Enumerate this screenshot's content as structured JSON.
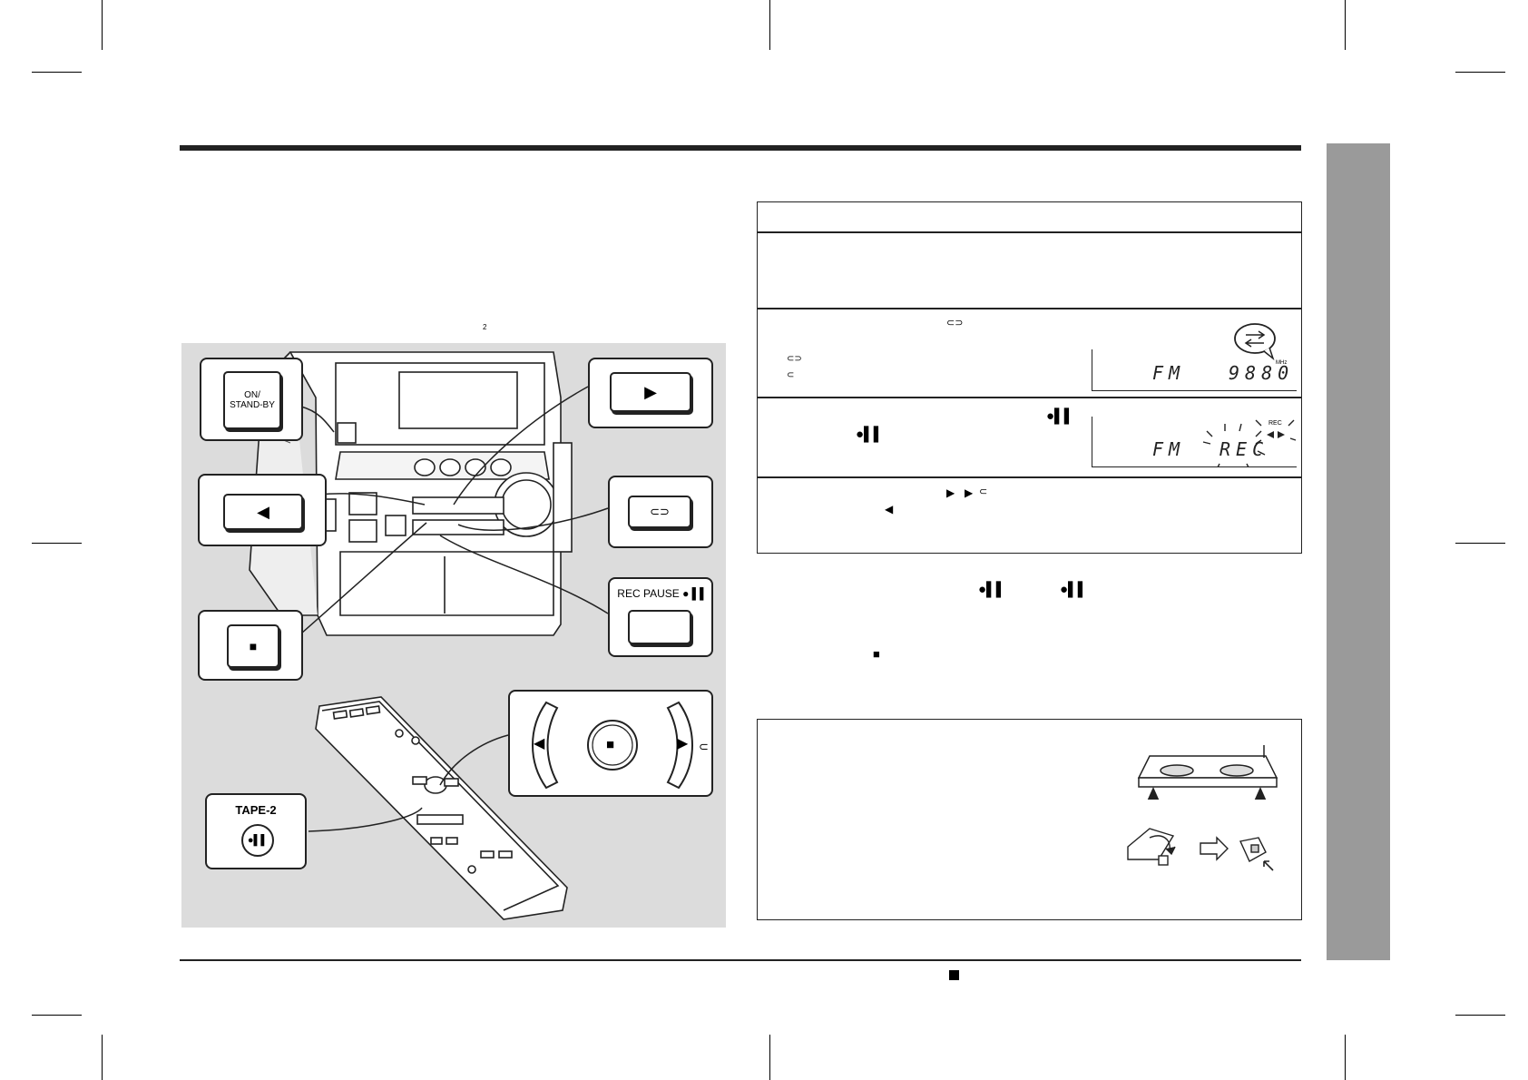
{
  "buttons": {
    "on_standby": "ON/\nSTAND-BY",
    "rec_pause": "REC PAUSE ● ▌▌",
    "tape_2": "TAPE-2",
    "play_forward": "▶",
    "play_reverse": "◀",
    "stop": "■",
    "direction": "⊂⊃",
    "remote_reverse": "◀",
    "remote_stop": "■",
    "remote_forward": "▶"
  },
  "display": {
    "step2_band": "FM",
    "step2_freq": "9880",
    "step2_unit": "MHz",
    "step3_band": "FM",
    "step3_status": "REC",
    "step3_indicator": "REC"
  },
  "symbols": {
    "rec_pause": "●▌▌",
    "play": "▶",
    "reverse": "◀",
    "stop": "■",
    "tape_dir": "⊂⊃",
    "repeat": "⊂",
    "footnote_mark": "2"
  }
}
